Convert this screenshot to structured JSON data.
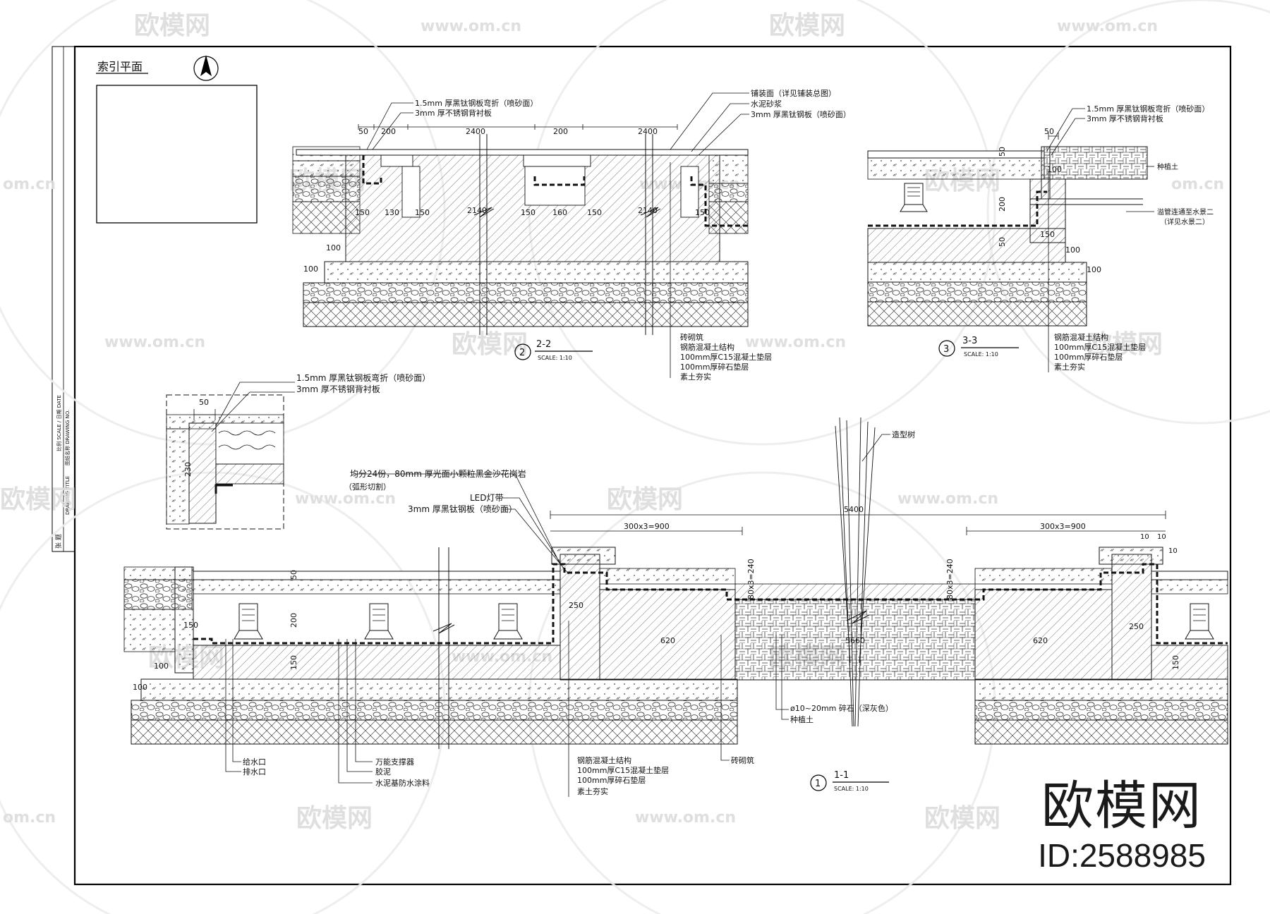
{
  "watermark": {
    "brand": "欧模网",
    "url": "www.om.cn",
    "url_short": "om.cn",
    "id": "ID:2588985"
  },
  "title_block": {
    "t1": "张 题",
    "t2": "DRAWING TITLE",
    "t3": "图纸名称 DRAWING NO.",
    "t4": "比例 SCALE / 日期 DATE"
  },
  "index_plan": {
    "title": "索引平面"
  },
  "section_2": {
    "number": "2",
    "title": "2-2",
    "scale": "SCALE:    1:10",
    "top_labels": [
      "1.5mm 厚黑钛钢板弯折（喷砂面）",
      "3mm 厚不锈钢背衬板",
      "铺装面（详见铺装总图）",
      "水泥砂浆",
      "3mm 厚黑钛钢板（喷砂面）"
    ],
    "bottom_labels": [
      "砖砌筑",
      "钢筋混凝土结构",
      "100mm厚C15混凝土垫层",
      "100mm厚碎石垫层",
      "素土夯实"
    ],
    "dims": {
      "d50": "50",
      "d200": "200",
      "d2400": "2400",
      "d2140": "2140",
      "d150": "150",
      "d130": "130",
      "d160": "160",
      "d100": "100"
    }
  },
  "section_3": {
    "number": "3",
    "title": "3-3",
    "scale": "SCALE:    1:10",
    "top_labels": [
      "1.5mm 厚黑钛钢板弯折（喷砂面）",
      "3mm 厚不锈钢背衬板"
    ],
    "side_labels": [
      "种植土",
      "溢管连通至水景二",
      "（详见水景二）"
    ],
    "bottom_labels": [
      "钢筋混凝土结构",
      "100mm厚C15混凝土垫层",
      "100mm厚碎石垫层",
      "素土夯实"
    ],
    "dims": {
      "d50": "50",
      "d100": "100",
      "d200": "200",
      "d150": "150"
    }
  },
  "detail": {
    "labels": [
      "1.5mm 厚黑钛钢板弯折（喷砂面）",
      "3mm 厚不锈钢背衬板"
    ],
    "dims": {
      "d50": "50",
      "d230": "230"
    }
  },
  "section_1": {
    "number": "1",
    "title": "1-1",
    "scale": "SCALE:    1:10",
    "top_labels": [
      "均分24份，80mm 厚光面小颗粒黑金沙花岗岩",
      "（弧形切割）",
      "LED灯带",
      "3mm 厚黑钛钢板（喷砂面）",
      "造型树"
    ],
    "bottom_left_labels": [
      "给水口",
      "排水口",
      "万能支撑器",
      "胶泥",
      "水泥基防水涂料"
    ],
    "bottom_mid_labels": [
      "钢筋混凝土结构",
      "100mm厚C15混凝土垫层",
      "100mm厚碎石垫层",
      "素土夯实"
    ],
    "bottom_right_labels": [
      "ø10~20mm 碎石（深灰色）",
      "种植土",
      "砖砌筑"
    ],
    "dims": {
      "d5400": "5400",
      "d900a": "300x3=900",
      "d900b": "300x3=900",
      "d240a": "80x3=240",
      "d240b": "80x3=240",
      "d620a": "620",
      "d620b": "620",
      "d5660": "5660",
      "d250a": "250",
      "d250b": "250",
      "d200": "200",
      "d150": "150",
      "d100": "100",
      "d50": "50",
      "d10": "10"
    }
  }
}
